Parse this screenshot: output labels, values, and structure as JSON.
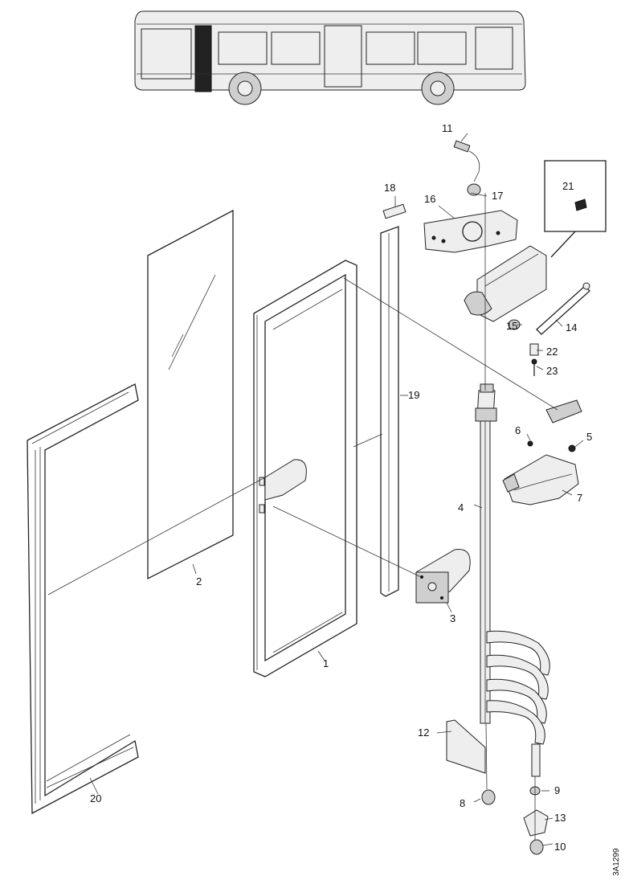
{
  "diagram": {
    "callouts": {
      "p1": "1",
      "p2": "2",
      "p3": "3",
      "p4": "4",
      "p5": "5",
      "p6": "6",
      "p7": "7",
      "p8": "8",
      "p9": "9",
      "p10": "10",
      "p11": "11",
      "p12": "12",
      "p13": "13",
      "p14": "14",
      "p15": "15",
      "p16": "16",
      "p17": "17",
      "p18": "18",
      "p19": "19",
      "p20": "20",
      "p21": "21",
      "p22": "22",
      "p23": "23"
    },
    "reference_code": "3A1299"
  }
}
